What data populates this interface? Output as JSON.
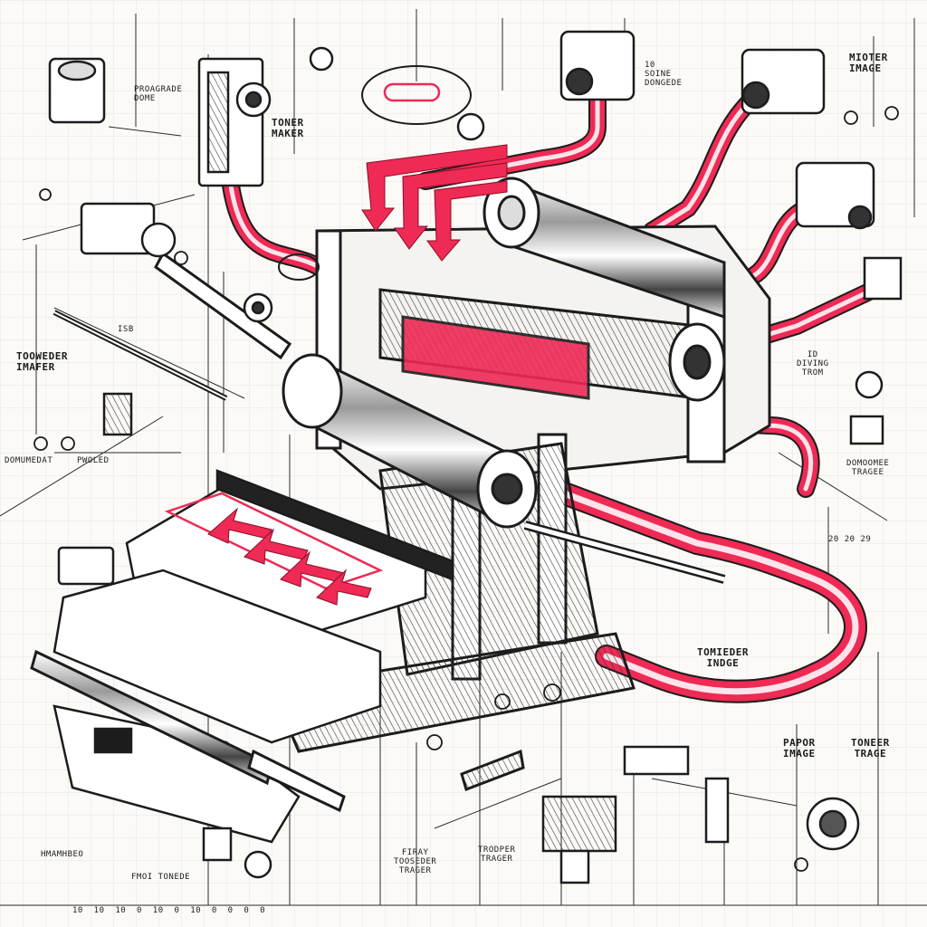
{
  "colors": {
    "accent": "#ee2a55",
    "ink": "#1c1c1c",
    "paper": "#fbfaf7",
    "grid": "#e6e4df"
  },
  "labels": {
    "top_right": "MIOTER\nIMAGE",
    "left_mid": "TOOWEDER\nIMAFER",
    "toner_maker": "TONER\nMAKER",
    "top_center": "10\nSOINE\nDONGEDE",
    "right_mid": "ID\nDIVING\nTROM",
    "center_right": "TOMIEDER\nINDGE",
    "paper_image": "PAPOR\nIMAGE",
    "toner_trage": "TONEER\nTRAGE",
    "bottom_center": "FIRAY\nTOOSEDER\nTRAGER",
    "bottom_right_center": "TRODPER\nTRAGER",
    "bottom_left": "HMAMHBEO",
    "bottom_left_center": "FMOI TONEDE",
    "left_low_a": "DOMUMEDAT",
    "left_low_b": "PWOLED",
    "right_lower": "DOMOOMEE\nTRAGEE",
    "top_left": "PROAGRADE\nDOME",
    "side_mid": "ISB",
    "right_numbers": "20 20 29",
    "bottom_numbers": "10  10  10  0  10  0  10  0  0  0  0"
  }
}
